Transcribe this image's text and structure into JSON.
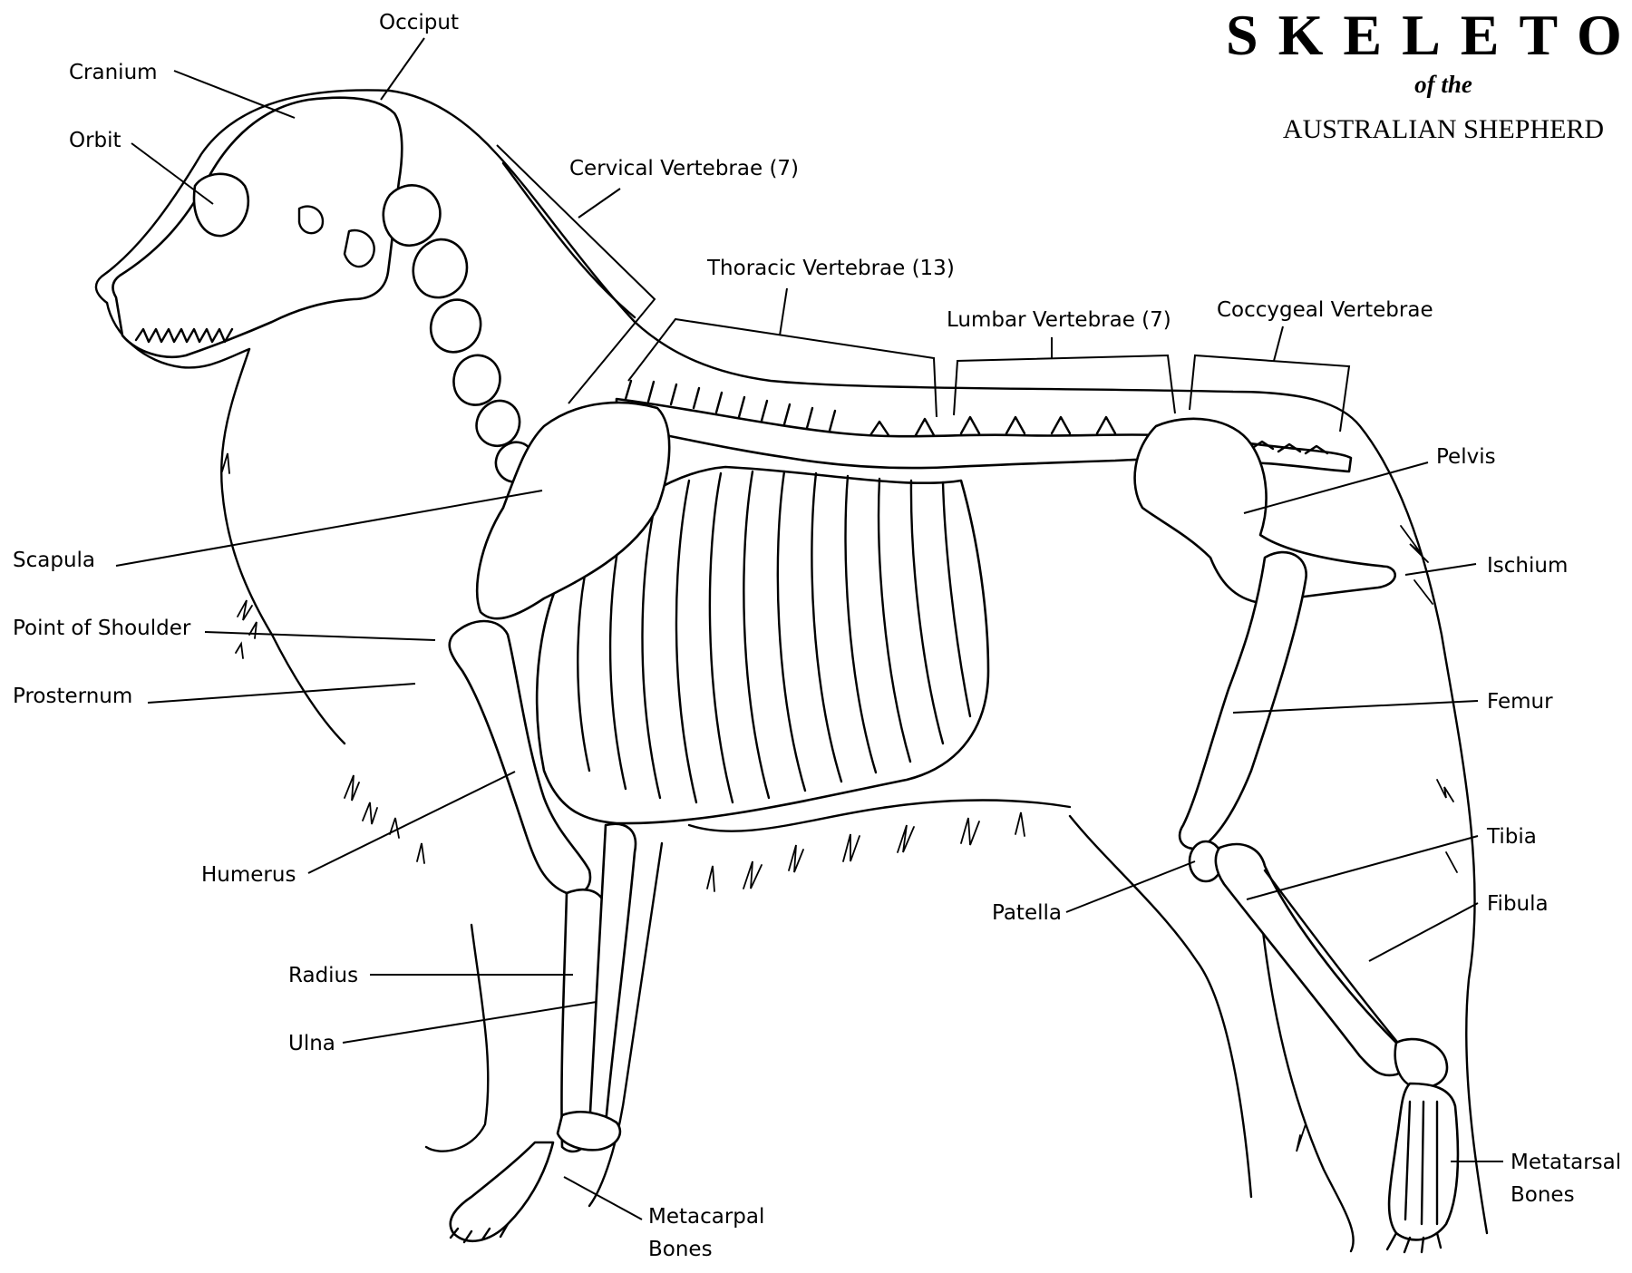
{
  "title": {
    "main": "SKELETON",
    "sub": "of the",
    "name": "AUSTRALIAN SHEPHERD"
  },
  "labels": {
    "occiput": "Occiput",
    "cranium": "Cranium",
    "orbit": "Orbit",
    "cervical": "Cervical Vertebrae (7)",
    "thoracic": "Thoracic Vertebrae (13)",
    "lumbar": "Lumbar Vertebrae (7)",
    "coccygeal": "Coccygeal Vertebrae",
    "pelvis": "Pelvis",
    "ischium": "Ischium",
    "femur": "Femur",
    "tibia": "Tibia",
    "fibula": "Fibula",
    "patella": "Patella",
    "metatarsal_1": "Metatarsal",
    "metatarsal_2": "Bones",
    "metacarpal_1": "Metacarpal",
    "metacarpal_2": "Bones",
    "scapula": "Scapula",
    "point_of_shoulder": "Point of Shoulder",
    "prosternum": "Prosternum",
    "humerus": "Humerus",
    "radius": "Radius",
    "ulna": "Ulna"
  }
}
